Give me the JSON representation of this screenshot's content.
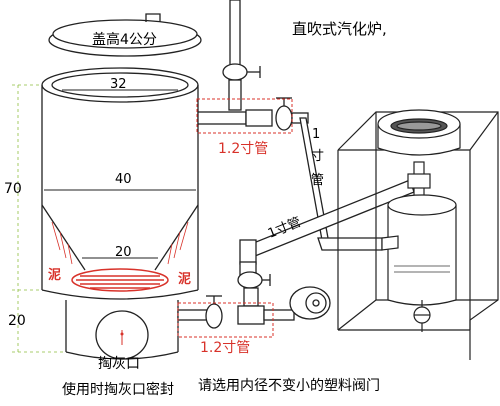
{
  "title": "直吹式汽化炉,",
  "labels": {
    "lid": "盖高4公分",
    "top_diameter": "32",
    "mid_diameter": "40",
    "grate_diameter": "20",
    "height_upper": "70",
    "height_lower": "20",
    "pipe_upper": "1.2寸管",
    "pipe_lower": "1.2寸管",
    "pipe_vertical_1": "1",
    "pipe_vertical_2": "寸",
    "pipe_vertical_3": "管",
    "pipe_diagonal": "1寸管",
    "mud_left": "泥",
    "mud_right": "泥",
    "ash_port": "掏灰口",
    "ash_port_note": "使用时掏灰口密封",
    "valve_note": "请选用内径不变小的塑料阀门"
  },
  "colors": {
    "line": "#222222",
    "accent_red": "#d8322a",
    "dashed_box": "#d8322a"
  }
}
